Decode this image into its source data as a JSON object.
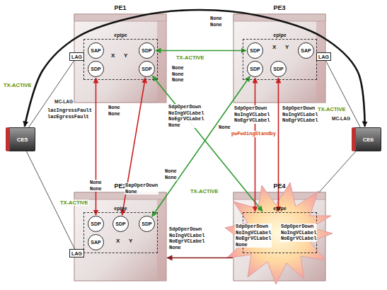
{
  "diagram": {
    "nodes": [
      {
        "text": [
          "PE1"
        ]
      },
      {
        "text": [
          "epipe"
        ],
        "in": 0
      },
      {
        "text": [
          "SAP"
        ],
        "in": 1
      },
      {
        "text": [
          "SDP"
        ],
        "in": 1
      },
      {
        "text": [
          "SDP"
        ],
        "in": 1
      },
      {
        "text": [
          "SDP"
        ],
        "in": 1
      },
      {
        "text": [
          "LAG"
        ]
      },
      {
        "text": [
          "PE3"
        ]
      },
      {
        "text": [
          "epipe"
        ],
        "in": 7
      },
      {
        "text": [
          "SDP"
        ],
        "in": 8
      },
      {
        "text": [
          "SDP"
        ],
        "in": 8
      },
      {
        "text": [
          "SDP"
        ],
        "in": 8
      },
      {
        "text": [
          "SAP"
        ],
        "in": 8
      },
      {
        "text": [
          "LAG"
        ]
      },
      {
        "text": [
          "CE5"
        ]
      },
      {
        "text": [
          "CE6"
        ]
      },
      {
        "text": [
          "PE2"
        ]
      },
      {
        "text": [
          "epipe"
        ],
        "in": 16
      },
      {
        "text": [
          "SDP"
        ],
        "in": 17
      },
      {
        "text": [
          "SDP"
        ],
        "in": 17
      },
      {
        "text": [
          "SDP"
        ],
        "in": 17
      },
      {
        "text": [
          "SAP"
        ],
        "in": 17
      },
      {
        "text": [
          "LAG"
        ]
      },
      {
        "text": [
          "PE4"
        ]
      },
      {
        "text": [
          "epipe"
        ],
        "in": 23
      }
    ],
    "edges": [
      {
        "from": 14,
        "to": 15,
        "arrow": "both"
      },
      {
        "from": 14,
        "to": 6,
        "arrow": "none"
      },
      {
        "from": 14,
        "to": 22,
        "arrow": "none"
      },
      {
        "from": 15,
        "to": 13,
        "arrow": "none"
      },
      {
        "from": 15,
        "to": 23,
        "arrow": "none"
      },
      {
        "from": 3,
        "to": 18,
        "arrow": "both"
      },
      {
        "from": 5,
        "to": 19,
        "arrow": "both"
      },
      {
        "from": 4,
        "to": 9,
        "arrow": "both"
      },
      {
        "from": 5,
        "to": 24,
        "arrow": "both"
      },
      {
        "from": 10,
        "to": 20,
        "arrow": "both"
      },
      {
        "from": 10,
        "to": 24,
        "arrow": "both"
      },
      {
        "from": 11,
        "to": 24,
        "arrow": "both"
      },
      {
        "from": 23,
        "to": 16,
        "arrow": "to"
      }
    ],
    "labels": [
      "TX-ACTIVE",
      "MC-LAG",
      "lacIngressFault lacEgressFault",
      "None None",
      "TX-ACTIVE",
      "None None None",
      "None None",
      "SdpOperDown NoIngVCLabel NoEgrVCLabel None",
      "SdpOperDown NoIngVCLabel NoEgrVCLabel",
      "None",
      "pwFwdingStandby",
      "SdpOperDown NoIngVCLabel NoEgrVCLabel",
      "TX-ACTIVE",
      "MC-LAG",
      "None None",
      "SapOperDown None",
      "TX-ACTIVE",
      "None None",
      "TX-ACTIVE",
      "SdpOperDown NoIngVCLabel NoEgrVCLabel None",
      "SdpOperDown NoIngVCLabel NoEgrVCLabel None",
      "SdpOperDown NoIngVCLabel NoEgrVCLabel",
      "X",
      "Y",
      "X",
      "Y",
      "X",
      "Y"
    ]
  }
}
